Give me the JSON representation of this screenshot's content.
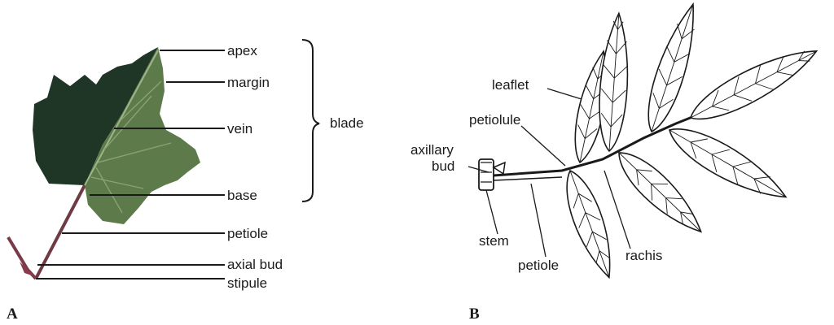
{
  "panel_a": {
    "label": "A",
    "leaf_labels": {
      "apex": "apex",
      "margin": "margin",
      "vein": "vein",
      "base": "base",
      "petiole": "petiole",
      "axial_bud": "axial bud",
      "stipule": "stipule",
      "blade": "blade"
    },
    "colors": {
      "leaf_dark": "#1f3526",
      "leaf_light": "#5d7a4a",
      "stem": "#7a3a4a"
    }
  },
  "panel_b": {
    "label": "B",
    "leaf_labels": {
      "leaflet": "leaflet",
      "petiolule": "petiolule",
      "axillary_bud_line1": "axillary",
      "axillary_bud_line2": "bud",
      "stem": "stem",
      "petiole": "petiole",
      "rachis": "rachis"
    }
  }
}
